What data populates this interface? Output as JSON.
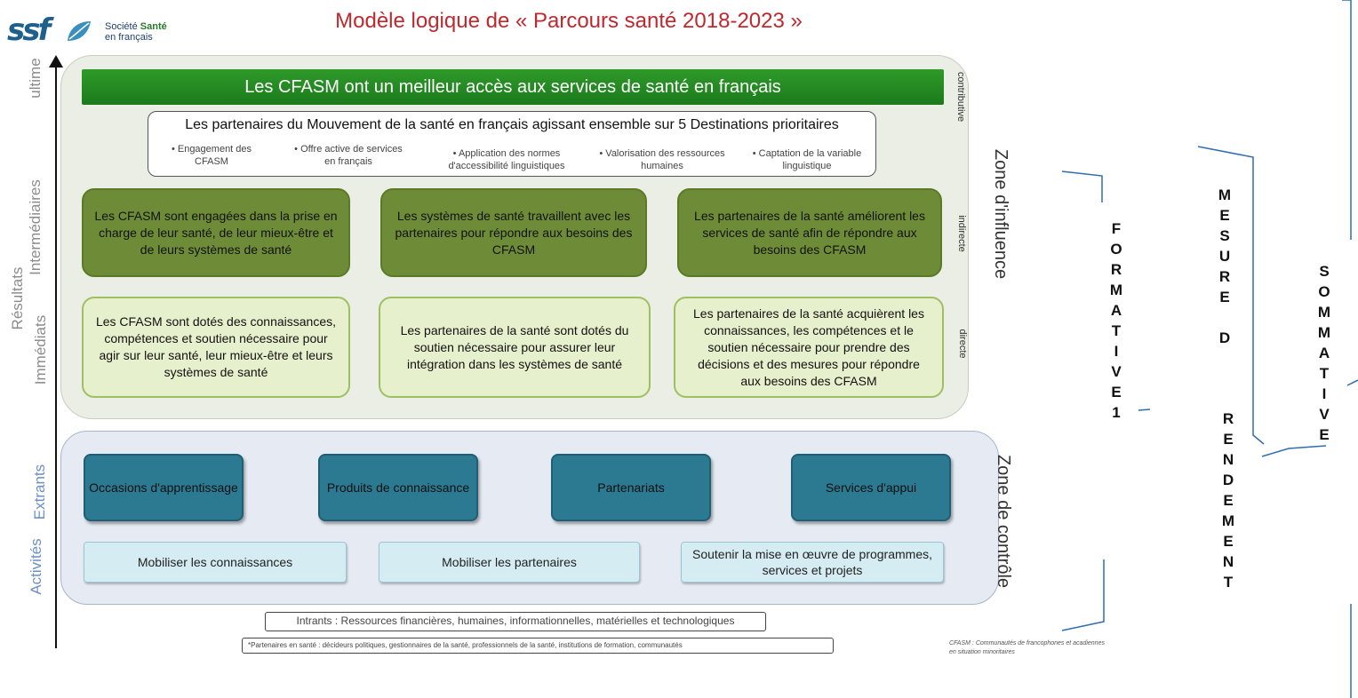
{
  "header": {
    "logo_mark": "ssf",
    "org_name_line1": "Société",
    "org_name_line1_bold": "Santé",
    "org_name_line2": "en français",
    "title": "Modèle logique de « Parcours santé 2018-2023 »"
  },
  "axis_labels": {
    "ultime": "ultime",
    "intermediaires": "Intermédiaires",
    "resultats": "Résultats",
    "immediats": "Immédiats",
    "extrants": "Extrants",
    "activites": "Activités"
  },
  "zone_influence": {
    "label": "Zone d'influence",
    "contributive": "contributive",
    "indirecte": "indirecte",
    "directe": "directe"
  },
  "zone_controle": {
    "label": "Zone de contrôle"
  },
  "ultimate": {
    "text": "Les CFASM ont un meilleur accès aux services de santé en français"
  },
  "destinations": {
    "title": "Les partenaires du Mouvement de la santé en français agissant ensemble sur 5 Destinations prioritaires",
    "items": [
      "• Engagement des CFASM",
      "• Offre active de services en français",
      "• Application des normes d'accessibilité linguistiques",
      "• Valorisation des ressources humaines",
      "• Captation de la variable linguistique"
    ]
  },
  "intermediate": [
    "Les CFASM sont engagées dans la prise en charge de leur santé, de leur mieux-être et de leurs systèmes de santé",
    "Les systèmes de santé travaillent avec les partenaires pour répondre aux besoins des CFASM",
    "Les partenaires de la santé améliorent les services de santé afin de répondre aux besoins des CFASM"
  ],
  "immediate": [
    "Les CFASM sont dotés des connaissances, compétences et soutien nécessaire pour agir sur leur santé, leur mieux-être et leurs systèmes de santé",
    "Les partenaires de la santé sont dotés du soutien nécessaire pour assurer leur intégration dans les systèmes de santé",
    "Les partenaires de la santé acquièrent les connaissances, les compétences et le soutien nécessaire pour prendre des décisions et des mesures pour répondre aux besoins des CFASM"
  ],
  "outputs": [
    "Occasions d'apprentissage",
    "Produits de connaissance",
    "Partenariats",
    "Services d'appui"
  ],
  "activities": [
    "Mobiliser les connaissances",
    "Mobiliser les partenaires",
    "Soutenir la mise en œuvre de programmes, services et projets"
  ],
  "intrants": "Intrants : Ressources financières, humaines, informationnelles, matérielles et technologiques",
  "partners_note": "*Partenaires en santé : décideurs politiques, gestionnaires de la santé, professionnels de la santé, institutions de formation, communautés",
  "cfasm_note": "CFASM : Communautés de francophones et acadiennes en situation minoritaires",
  "annotations": {
    "formative": [
      "F",
      "O",
      "R",
      "M",
      "A",
      "T",
      "I",
      "V",
      "E",
      "1"
    ],
    "mesure": [
      "M",
      "E",
      "S",
      "U",
      "R",
      "E",
      "",
      "D"
    ],
    "rendement": [
      "R",
      "E",
      "N",
      "D",
      "E",
      "M",
      "E",
      "N",
      "T"
    ],
    "sommative": [
      "S",
      "O",
      "M",
      "M",
      "A",
      "T",
      "I",
      "V",
      "E"
    ]
  },
  "colors": {
    "title_red": "#c0282d",
    "banner_green": "#2e9a2a",
    "dark_olive": "#6e8c37",
    "light_green": "#e7f0cc",
    "teal": "#2c7a91",
    "light_blue": "#d6ecf3",
    "bracket_blue": "#2f6db0"
  }
}
